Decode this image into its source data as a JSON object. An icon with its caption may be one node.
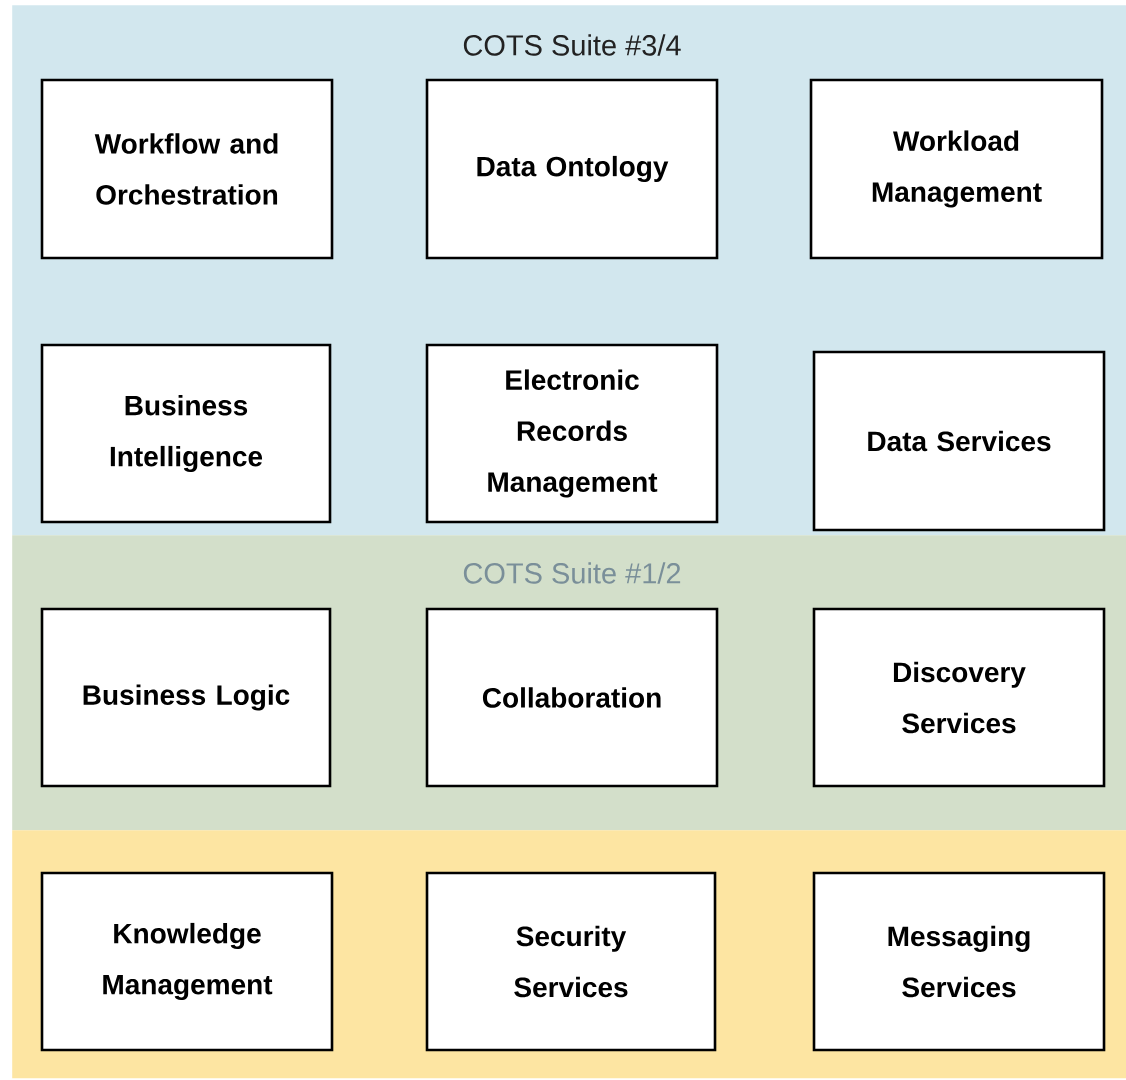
{
  "diagram": {
    "nodes": [
      {
        "text": [
          "COTS Suite #3/4"
        ]
      },
      {
        "text": [
          "Workflow and Orchestration"
        ],
        "in": 0
      },
      {
        "text": [
          "Data Ontology"
        ],
        "in": 0
      },
      {
        "text": [
          "Workload Management"
        ],
        "in": 0
      },
      {
        "text": [
          "Business Intelligence"
        ],
        "in": 0
      },
      {
        "text": [
          "Electronic Records Management"
        ],
        "in": 0
      },
      {
        "text": [
          "Data Services"
        ],
        "in": 0
      },
      {
        "text": [
          "COTS Suite #1/2"
        ]
      },
      {
        "text": [
          "Business Logic"
        ],
        "in": 7
      },
      {
        "text": [
          "Collaboration"
        ],
        "in": 7
      },
      {
        "text": [
          "Discovery Services"
        ],
        "in": 7
      },
      {
        "text": [],
        "shape": "box"
      },
      {
        "text": [
          "Knowledge Management"
        ],
        "in": 11
      },
      {
        "text": [
          "Security Services"
        ],
        "in": 11
      },
      {
        "text": [
          "Messaging Services"
        ],
        "in": 11
      }
    ]
  }
}
